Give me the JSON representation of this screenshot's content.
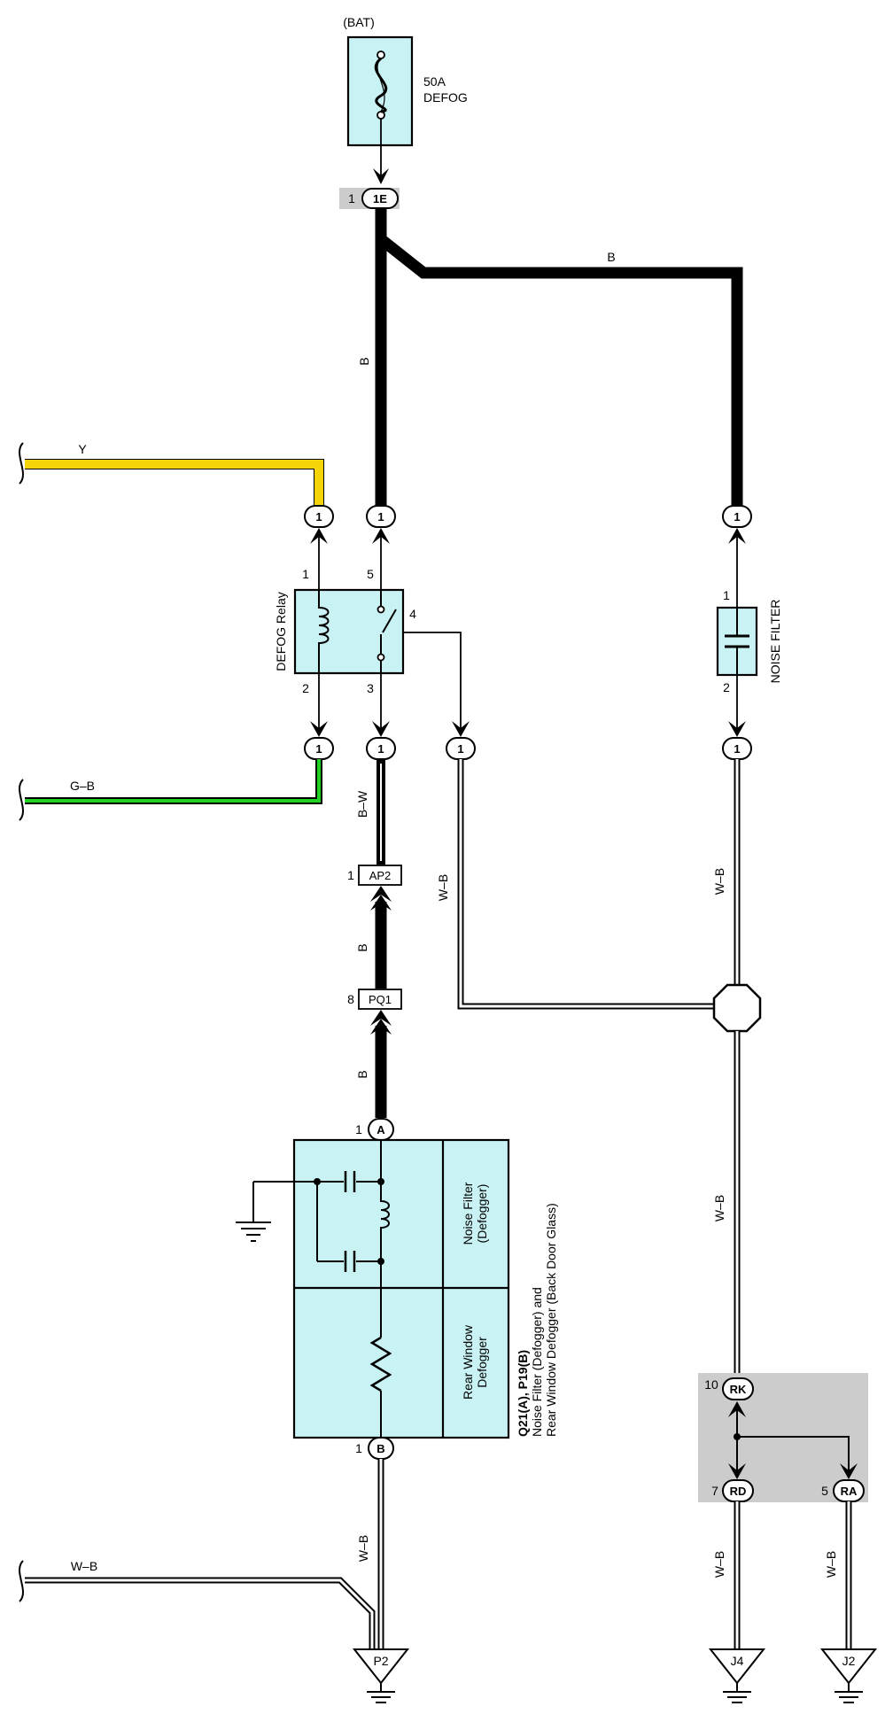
{
  "battery": {
    "label": "(BAT)"
  },
  "fuse": {
    "rating": "50A",
    "name": "DEFOG"
  },
  "connector_1E": {
    "pin": "1",
    "id": "1E"
  },
  "wires": {
    "main_vertical": "B",
    "top_horizontal": "B",
    "yellow": "Y",
    "green": "G–B",
    "relay_out": "B–W",
    "ap2_pq1": "B",
    "pq1_a": "B",
    "relay4_out": "W–B",
    "filter_out": "W–B",
    "junction_down": "W–B",
    "b_down": "W–B",
    "left_ground": "W–B",
    "rd_down": "W–B",
    "ra_down": "W–B"
  },
  "relay": {
    "name": "DEFOG Relay",
    "pins": {
      "p1": "1",
      "p2": "2",
      "p3": "3",
      "p4": "4",
      "p5": "5"
    }
  },
  "noise_filter_top": {
    "name": "NOISE FILTER",
    "pin_top": "1",
    "pin_bottom": "2"
  },
  "connector_ovals": {
    "label": "1"
  },
  "ap2": {
    "pin": "1",
    "id": "AP2"
  },
  "pq1": {
    "pin": "8",
    "id": "PQ1"
  },
  "defogger_module": {
    "pin_a": "1",
    "conn_a": "A",
    "pin_b": "1",
    "conn_b": "B",
    "section_top_line1": "Noise Filter",
    "section_top_line2": "(Defogger)",
    "section_bottom_line1": "Rear Window",
    "section_bottom_line2": "Defogger",
    "caption_line1": "Q21(A), P19(B)",
    "caption_line2": "Noise Filter (Defogger) and",
    "caption_line3": "Rear Window Defogger (Back Door Glass)"
  },
  "junction_block": {
    "rk_pin": "10",
    "rk_id": "RK",
    "rd_pin": "7",
    "rd_id": "RD",
    "ra_pin": "5",
    "ra_id": "RA"
  },
  "grounds": {
    "p2": "P2",
    "j4": "J4",
    "j2": "J2"
  },
  "colors": {
    "component_fill": "#c9f2f4",
    "yellow_wire": "#f5d40a",
    "green_wire": "#22d222",
    "connector_shade": "#cccccc"
  }
}
